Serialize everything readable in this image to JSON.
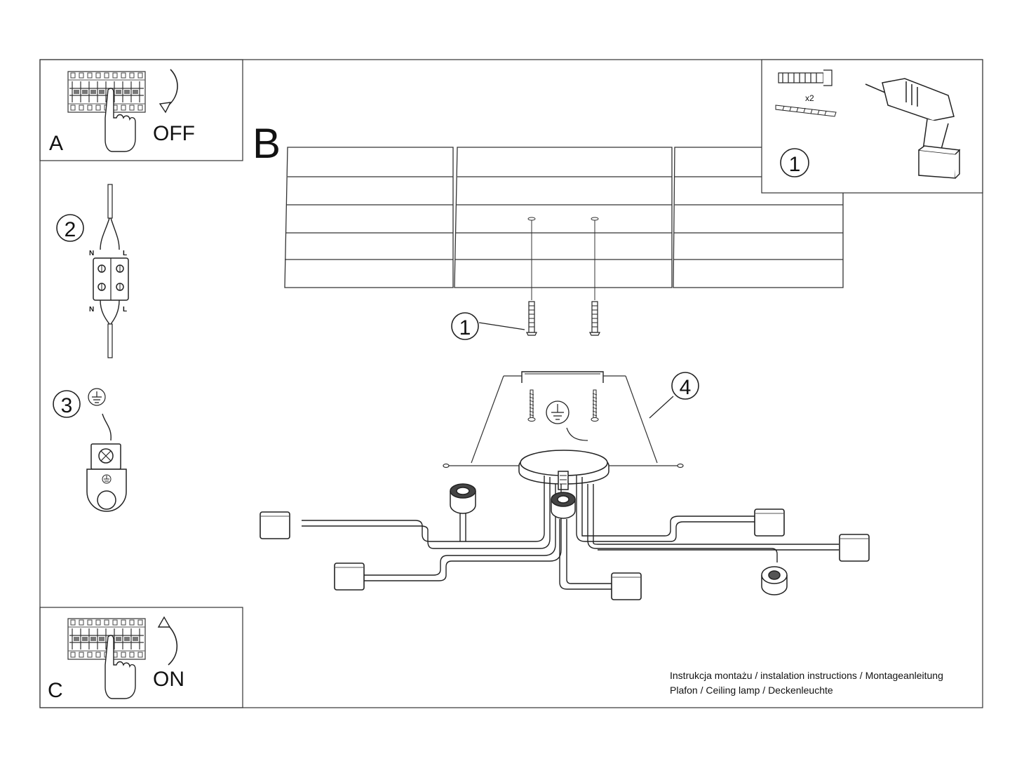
{
  "steps": {
    "a": {
      "letter": "A",
      "action": "OFF"
    },
    "b": {
      "letter": "B"
    },
    "c": {
      "letter": "C",
      "action": "ON"
    }
  },
  "callouts": {
    "wiring": "2",
    "earth": "3",
    "anchor_top": "1",
    "anchor_main": "1",
    "cover": "4"
  },
  "wiring": {
    "neutral_top": "N",
    "live_top": "L",
    "neutral_bottom": "N",
    "live_bottom": "L"
  },
  "hardware": {
    "quantity": "x2"
  },
  "footer": {
    "line1": "Instrukcja montażu / instalation instructions / Montageanleitung",
    "line2": "Plafon / Ceiling lamp / Deckenleuchte"
  },
  "icons": [
    "breaker-panel-icon",
    "hand-icon",
    "rotate-down-arrow-icon",
    "rotate-up-arrow-icon",
    "terminal-block-icon",
    "earth-symbol-icon",
    "earth-terminal-icon",
    "wall-plug-icon",
    "screw-icon",
    "drill-icon",
    "lamp-socket-icon"
  ]
}
